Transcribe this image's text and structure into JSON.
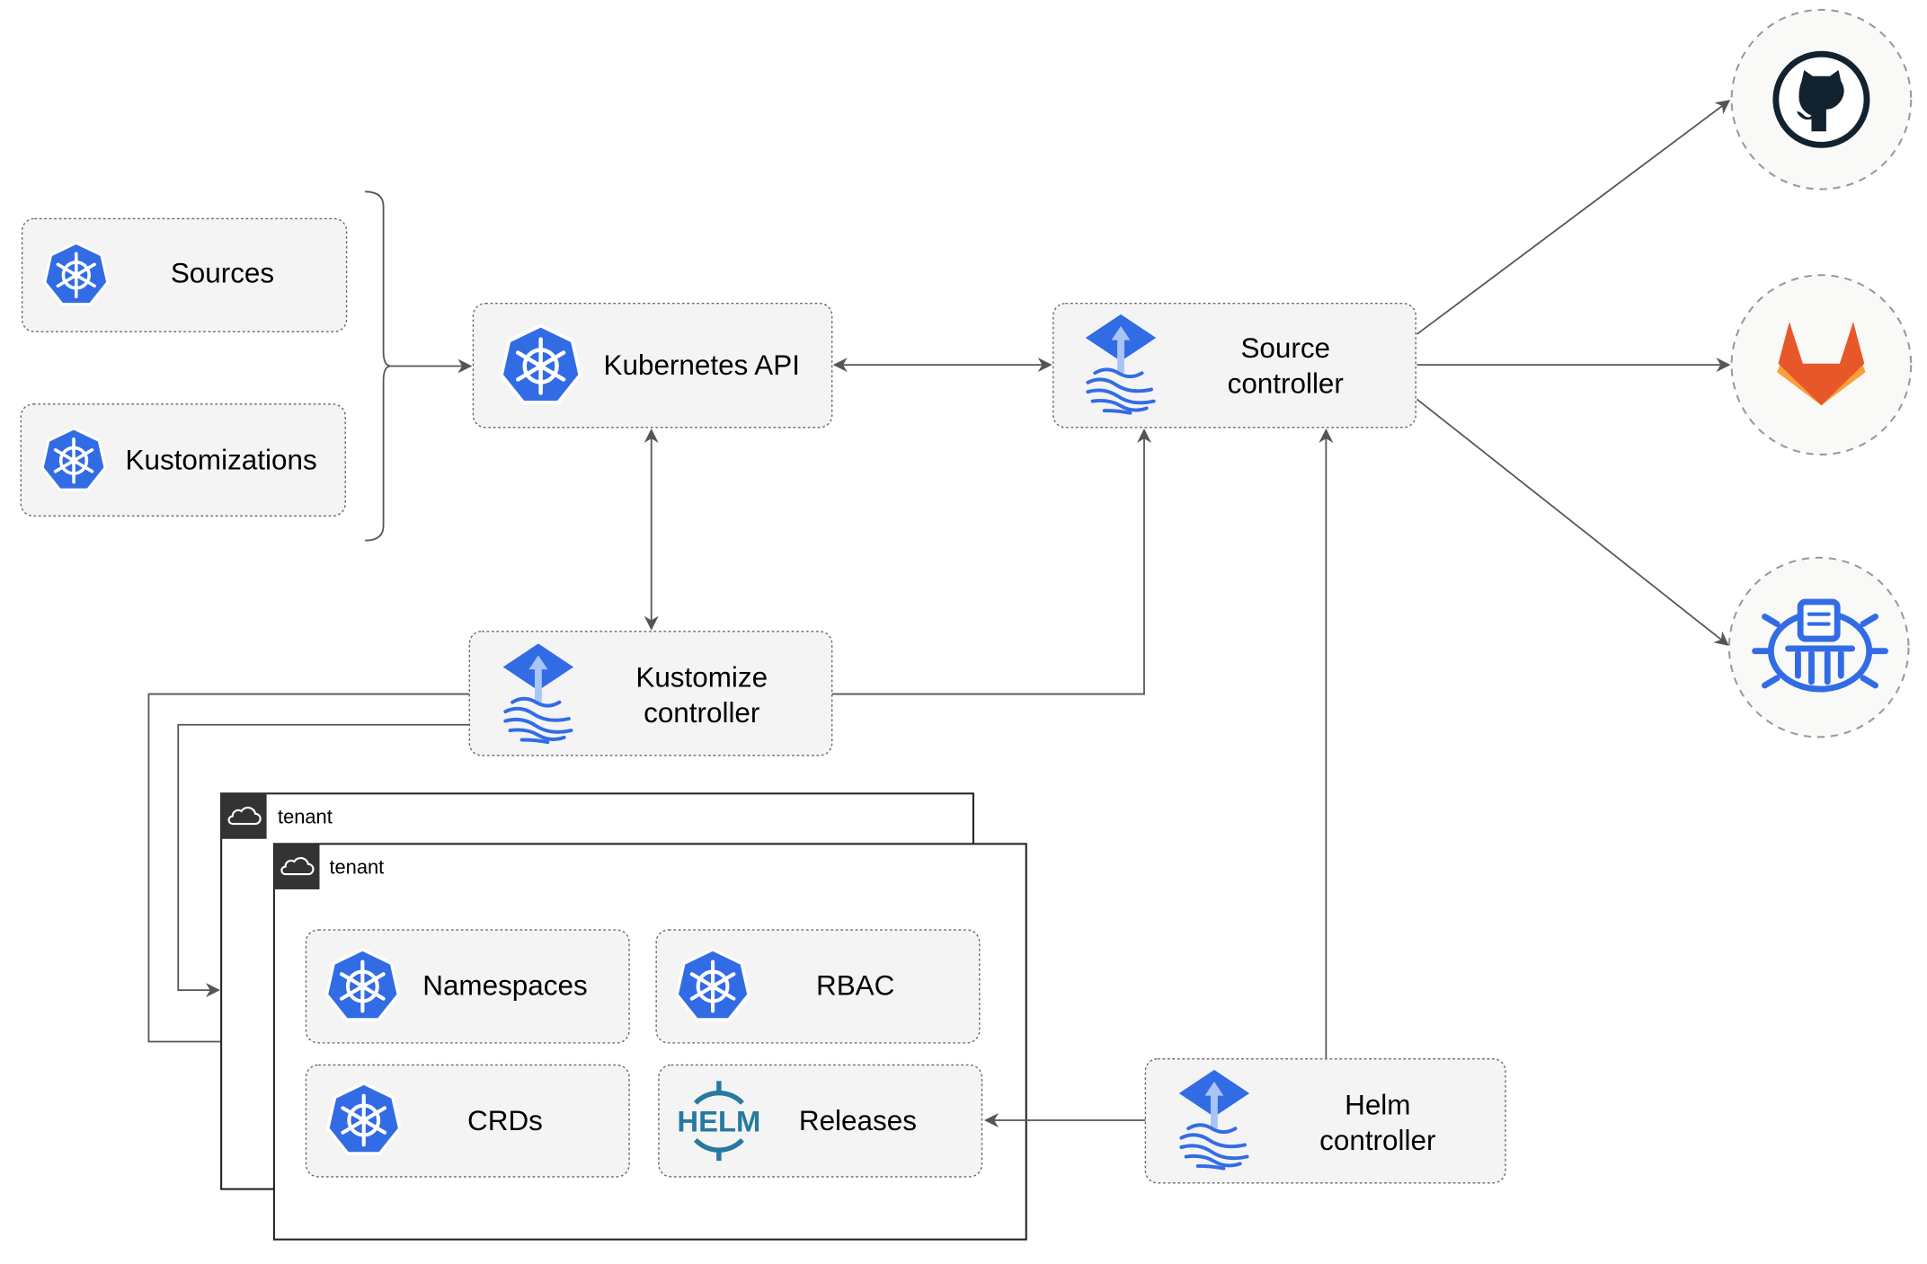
{
  "nodes": {
    "sources": "Sources",
    "kustomizations": "Kustomizations",
    "kubernetes_api": "Kubernetes API",
    "source_controller": [
      "Source",
      "controller"
    ],
    "kustomize_controller": [
      "Kustomize",
      "controller"
    ],
    "helm_controller": [
      "Helm",
      "controller"
    ],
    "namespaces": "Namespaces",
    "rbac": "RBAC",
    "crds": "CRDs",
    "releases": "Releases"
  },
  "tenants": [
    "tenant",
    "tenant"
  ],
  "helm_logo_text": "HELM",
  "external_sources": [
    "github-icon",
    "gitlab-icon",
    "bucket-icon"
  ],
  "colors": {
    "k8s_blue": "#326ce5",
    "github": "#13222f",
    "gitlab_orange": "#e8572a",
    "gitlab_yellow": "#f9a03a",
    "helm": "#277a9f"
  }
}
